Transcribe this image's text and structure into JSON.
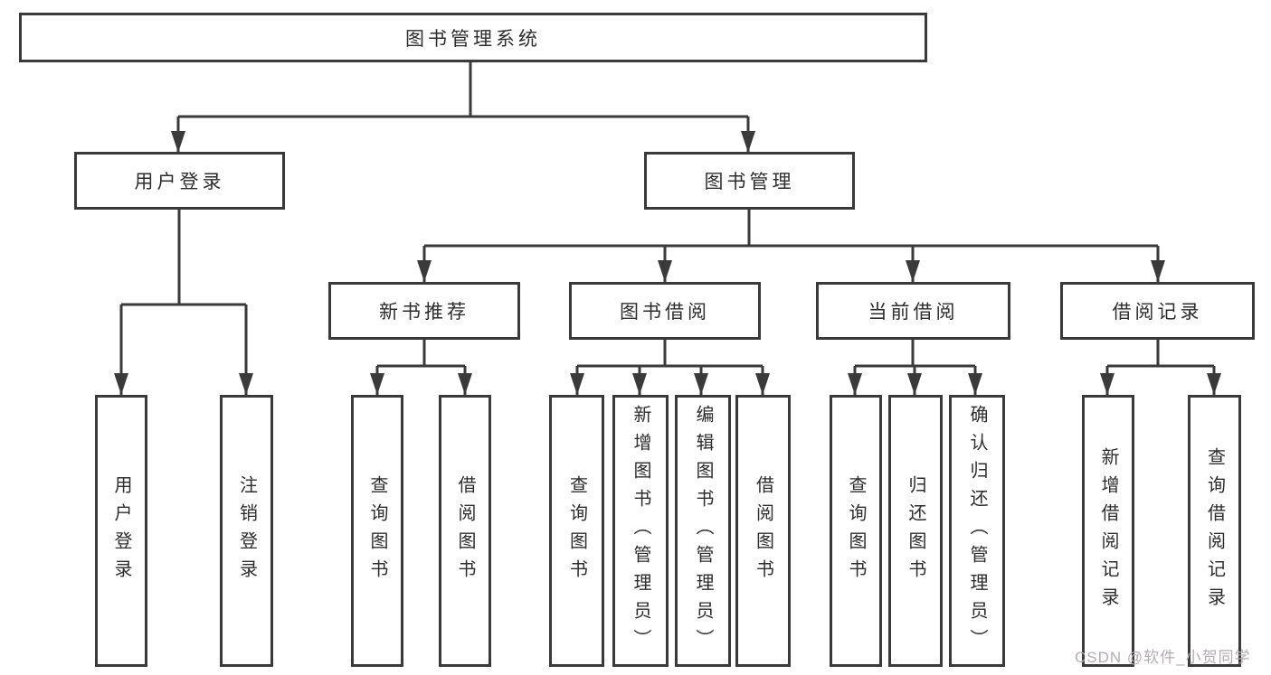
{
  "colors": {
    "line": "#3a3a3a",
    "text": "#2d2d2d",
    "background": "#ffffff",
    "watermark": "#b3adb2"
  },
  "watermark": "CSDN @软件_小贺同学",
  "tree": {
    "root": {
      "label": "图书管理系统",
      "children": [
        {
          "label": "用户登录",
          "children": [
            {
              "label": "用户登录"
            },
            {
              "label": "注销登录"
            }
          ]
        },
        {
          "label": "图书管理",
          "children": [
            {
              "label": "新书推荐",
              "children": [
                {
                  "label": "查询图书"
                },
                {
                  "label": "借阅图书"
                }
              ]
            },
            {
              "label": "图书借阅",
              "children": [
                {
                  "label": "查询图书"
                },
                {
                  "label": "新增图书（管理员）"
                },
                {
                  "label": "编辑图书（管理员）"
                },
                {
                  "label": "借阅图书"
                }
              ]
            },
            {
              "label": "当前借阅",
              "children": [
                {
                  "label": "查询图书"
                },
                {
                  "label": "归还图书"
                },
                {
                  "label": "确认归还（管理员）"
                }
              ]
            },
            {
              "label": "借阅记录",
              "children": [
                {
                  "label": "新增借阅记录"
                },
                {
                  "label": "查询借阅记录"
                }
              ]
            }
          ]
        }
      ]
    }
  }
}
